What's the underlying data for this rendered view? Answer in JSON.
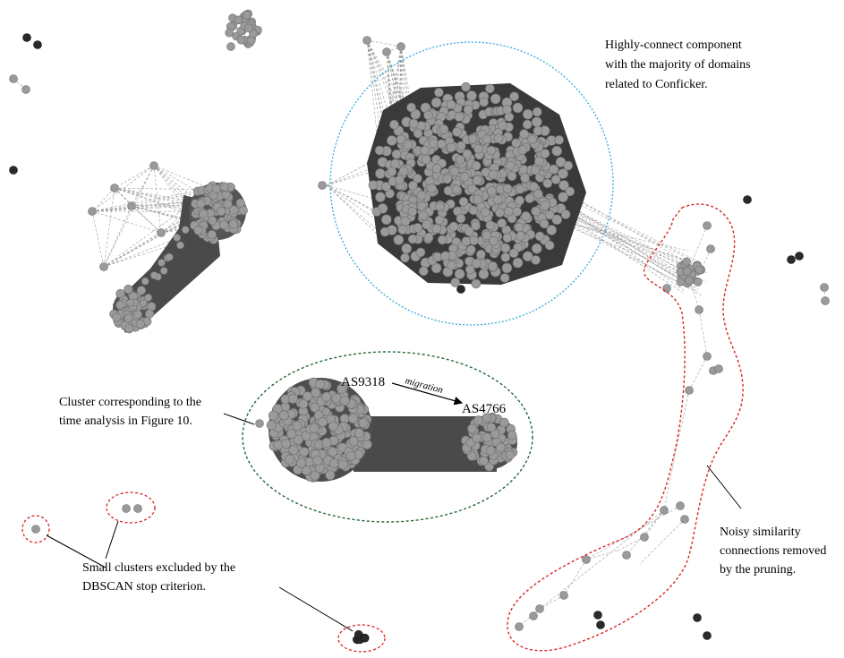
{
  "annotations": {
    "conficker": [
      "Highly-connect component",
      "with the majority of domains",
      "related to Conficker."
    ],
    "time_cluster": [
      "Cluster corresponding to the",
      "time analysis in Figure 10."
    ],
    "noisy": [
      "Noisy similarity",
      "connections removed",
      "by the pruning."
    ],
    "small_clusters": [
      "Small clusters excluded by the",
      "DBSCAN stop criterion."
    ]
  },
  "migration": {
    "from": "AS9318",
    "to": "AS4766",
    "label": "migration"
  },
  "colors": {
    "node": "#9a9a9a",
    "node_stroke": "#6e6e6e",
    "node_dark": "#2a2a2a",
    "dense_fill": "#4a4a4a",
    "edge": "#9a9a9a",
    "blue_circle": "#33aadd",
    "green_ellipse": "#226633",
    "red_outline": "#dd2222"
  }
}
